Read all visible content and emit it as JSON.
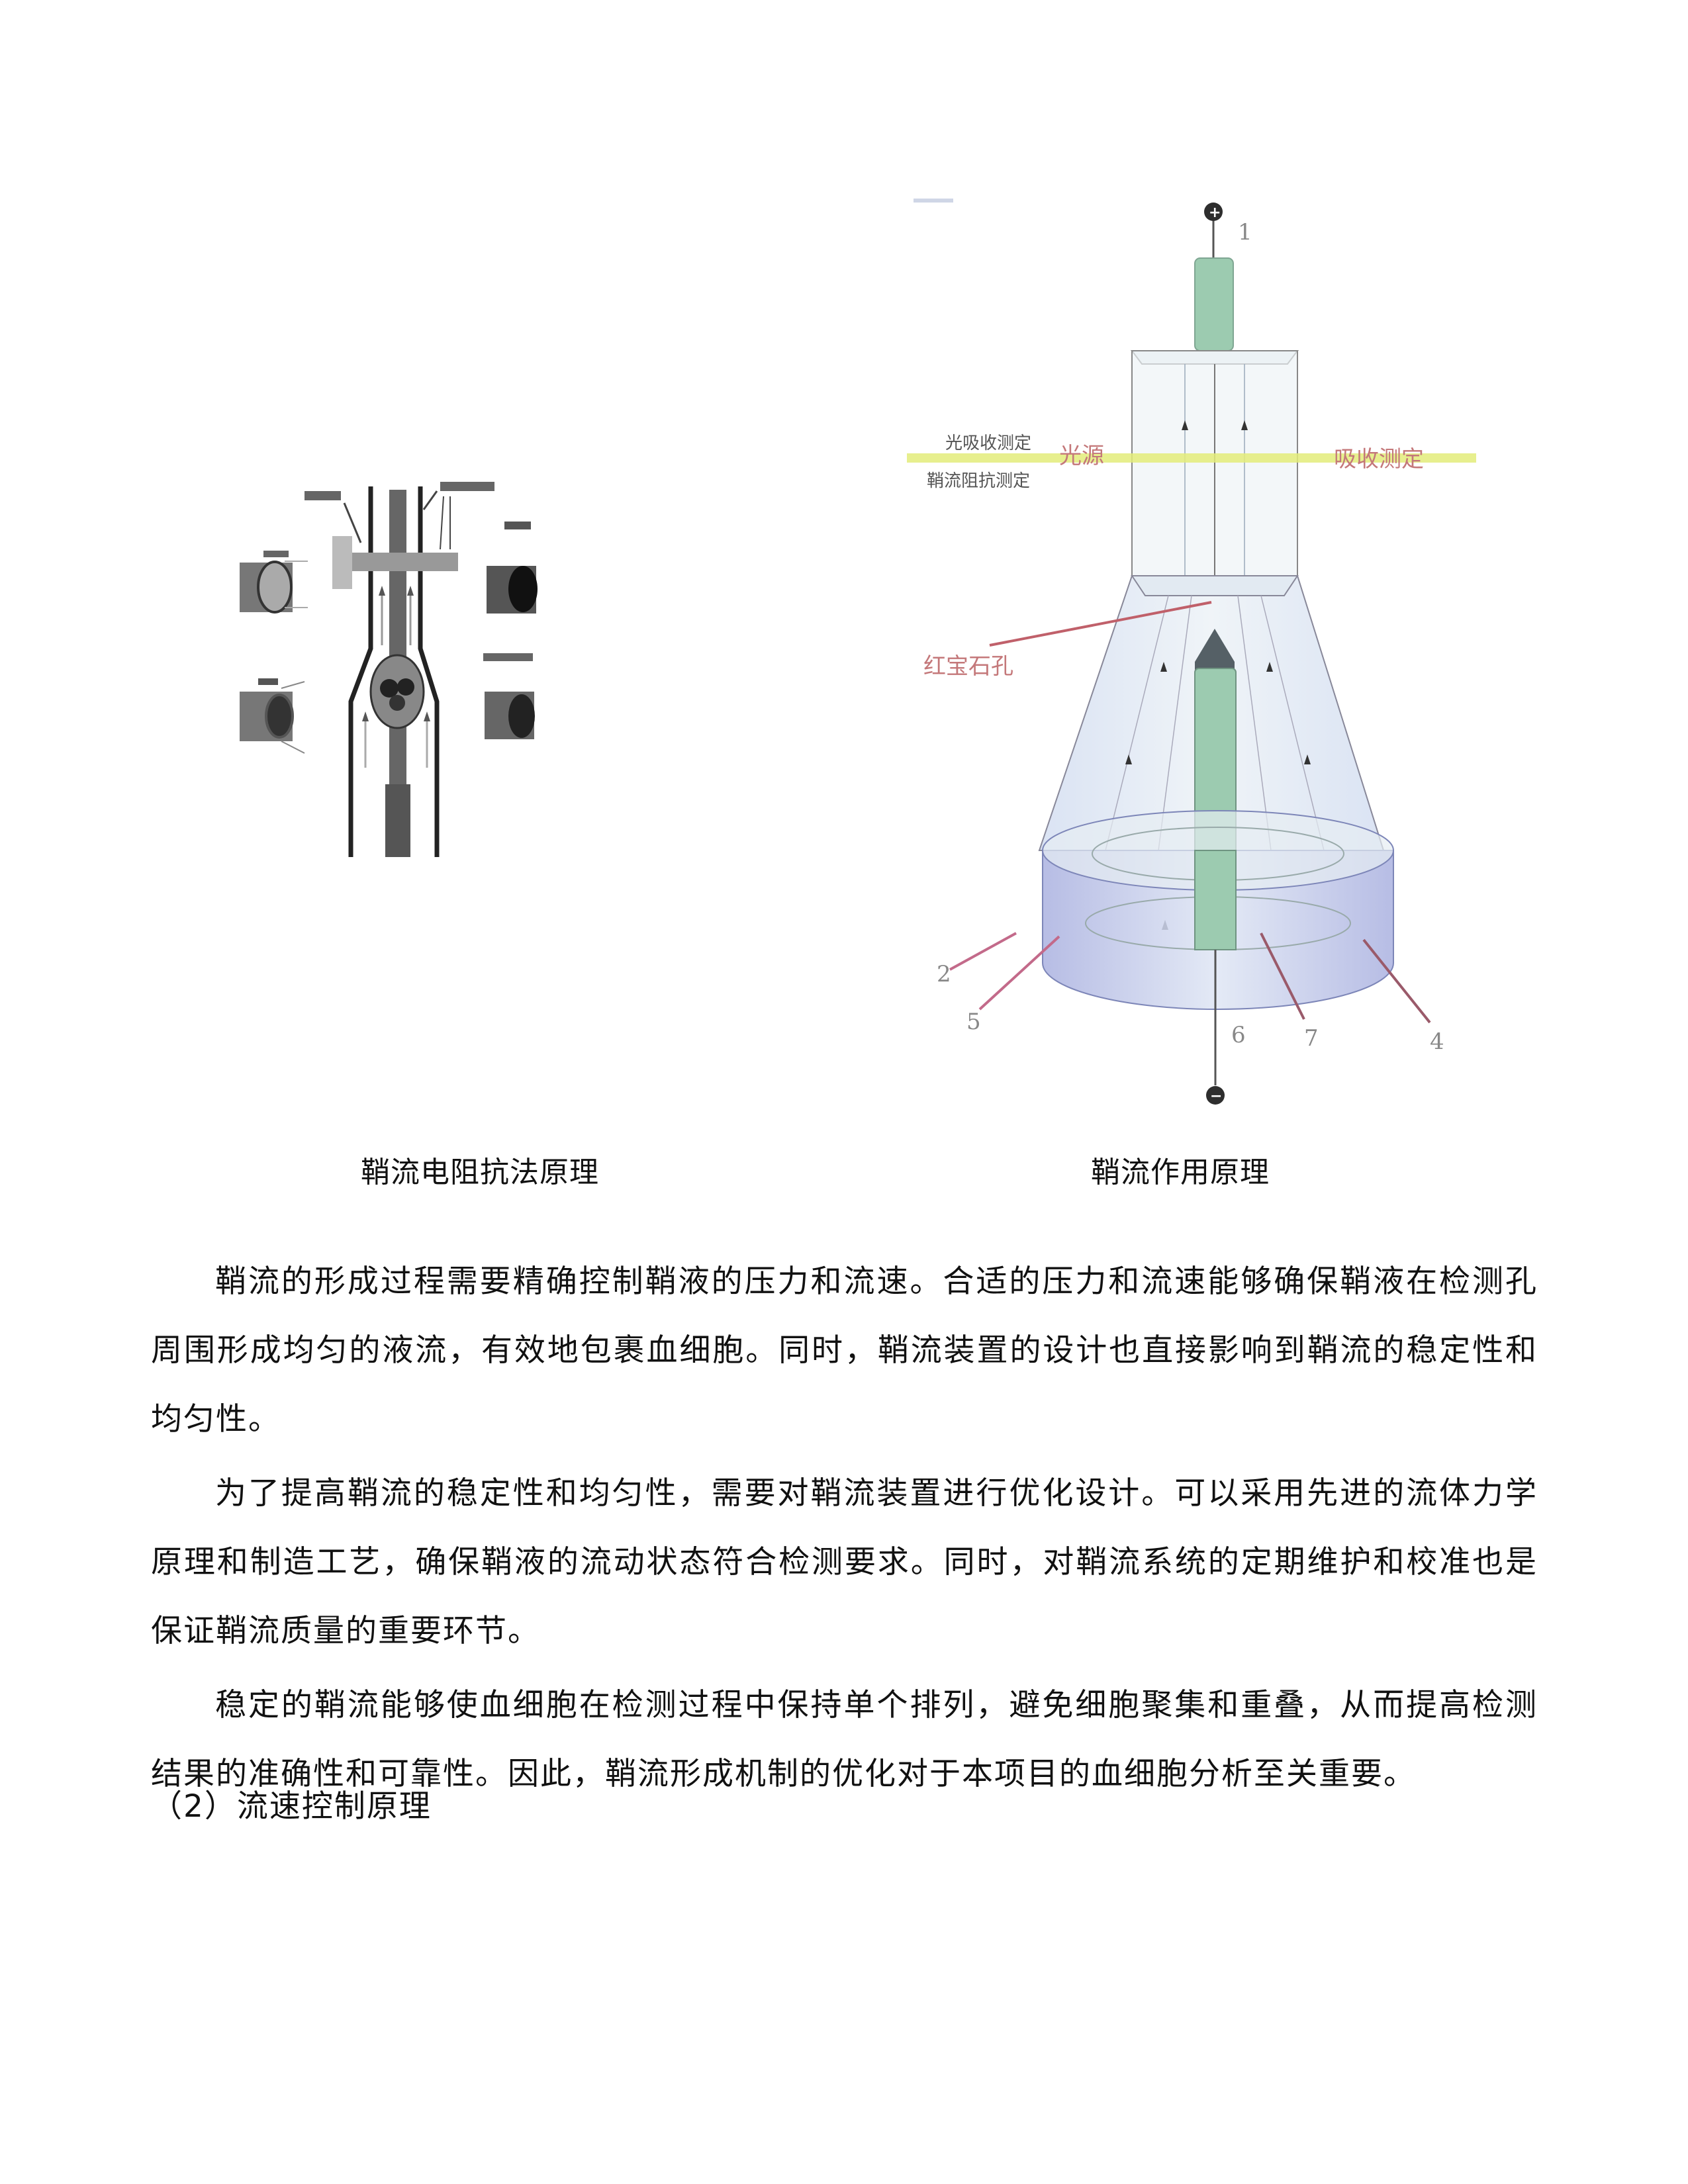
{
  "figures": {
    "left": {
      "caption": "鞘流电阻抗法原理",
      "labels_illegible": true
    },
    "right": {
      "caption": "鞘流作用原理",
      "labels": {
        "light_absorption_measure": "光吸收测定",
        "light_source": "光源",
        "absorption_measure": "吸收测定",
        "sheath_impedance_measure": "鞘流阻抗测定",
        "ruby_aperture": "红宝石孔"
      },
      "numbers": [
        "1",
        "2",
        "4",
        "5",
        "6",
        "7"
      ],
      "electrodes": {
        "top": "+",
        "bottom": "−"
      },
      "colors": {
        "inner_tube": "#9ccbb0",
        "sheath_body": "#dfe8f5",
        "sheath_base": "#b9bfe6",
        "light_beam": "#e3ec7a",
        "red_label": "#c4787a"
      }
    }
  },
  "body": {
    "paragraphs": [
      "鞘流的形成过程需要精确控制鞘液的压力和流速。合适的压力和流速能够确保鞘液在检测孔周围形成均匀的液流，有效地包裹血细胞。同时，鞘流装置的设计也直接影响到鞘流的稳定性和均匀性。",
      "为了提高鞘流的稳定性和均匀性，需要对鞘流装置进行优化设计。可以采用先进的流体力学原理和制造工艺，确保鞘液的流动状态符合检测要求。同时，对鞘流系统的定期维护和校准也是保证鞘流质量的重要环节。",
      "稳定的鞘流能够使血细胞在检测过程中保持单个排列，避免细胞聚集和重叠，从而提高检测结果的准确性和可靠性。因此，鞘流形成机制的优化对于本项目的血细胞分析至关重要。"
    ],
    "section_heading": "（2）流速控制原理"
  }
}
